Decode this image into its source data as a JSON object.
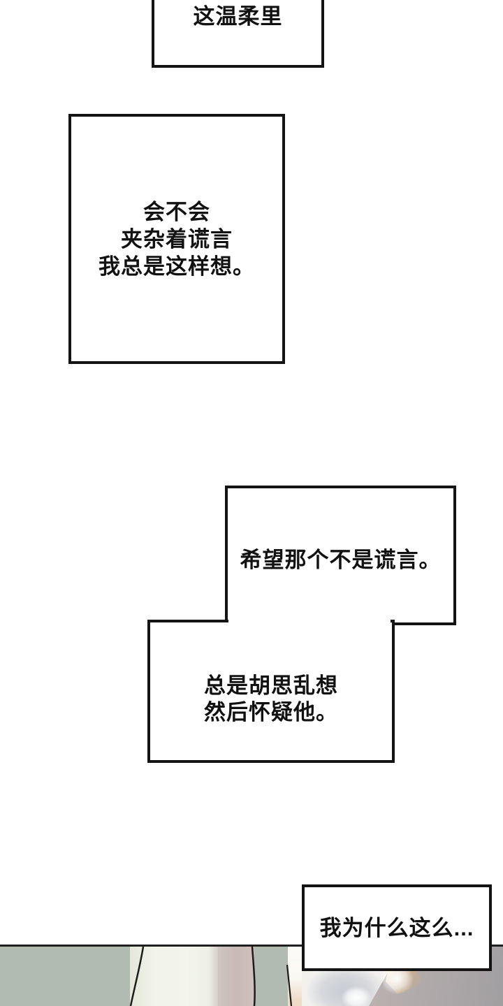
{
  "bubbles": {
    "b1": {
      "text": "这温柔里"
    },
    "b2": {
      "lines": [
        "会不会",
        "夹杂着谎言",
        "我总是这样想。"
      ]
    },
    "b3": {
      "text": "希望那个不是谎言。"
    },
    "b4": {
      "lines": [
        "总是胡思乱想",
        "然后怀疑他。"
      ]
    },
    "b5": {
      "text": "我为什么这么..."
    }
  },
  "artwork": {
    "colors": {
      "ink_border": "#141414",
      "panel_line": "#1f1f1f",
      "sage_green": "#b1bbb1",
      "cream": "#f3f5ec",
      "mauve": "#c9b9b5",
      "warm_peach": "#eedbc6",
      "pale_white": "#f2f1ee",
      "warm_gray": "#b2abab",
      "cool_gray": "#a19ea1",
      "soft_blob_gray": "#c7cbd3",
      "tan_highlight": "#c4ad92"
    }
  }
}
